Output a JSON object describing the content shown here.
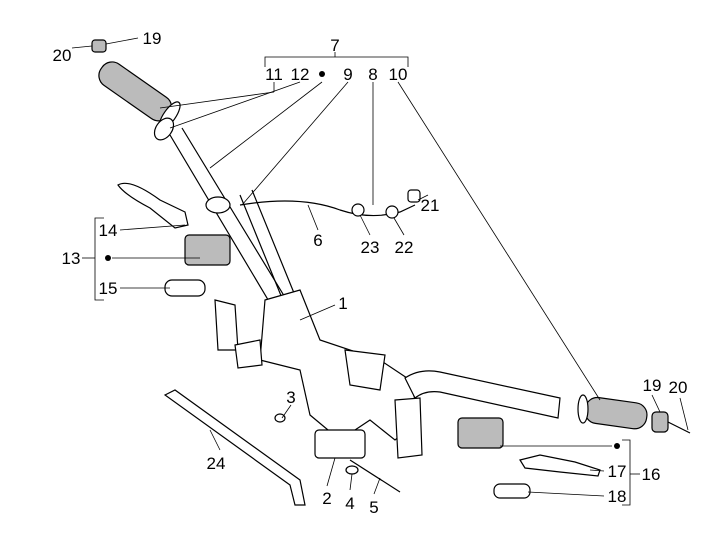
{
  "labels": {
    "p1": "1",
    "p2": "2",
    "p3": "3",
    "p4": "4",
    "p5": "5",
    "p6": "6",
    "p7": "7",
    "p8": "8",
    "p9": "9",
    "p10": "10",
    "p11": "11",
    "p12": "12",
    "p13": "13",
    "p14": "14",
    "p15": "15",
    "p16": "16",
    "p17": "17",
    "p18": "18",
    "p19_left": "19",
    "p20_left": "20",
    "p19_right": "19",
    "p20_right": "20",
    "p21": "21",
    "p22": "22",
    "p23": "23",
    "p24": "24"
  },
  "colors": {
    "line": "#000000",
    "background": "#ffffff"
  }
}
